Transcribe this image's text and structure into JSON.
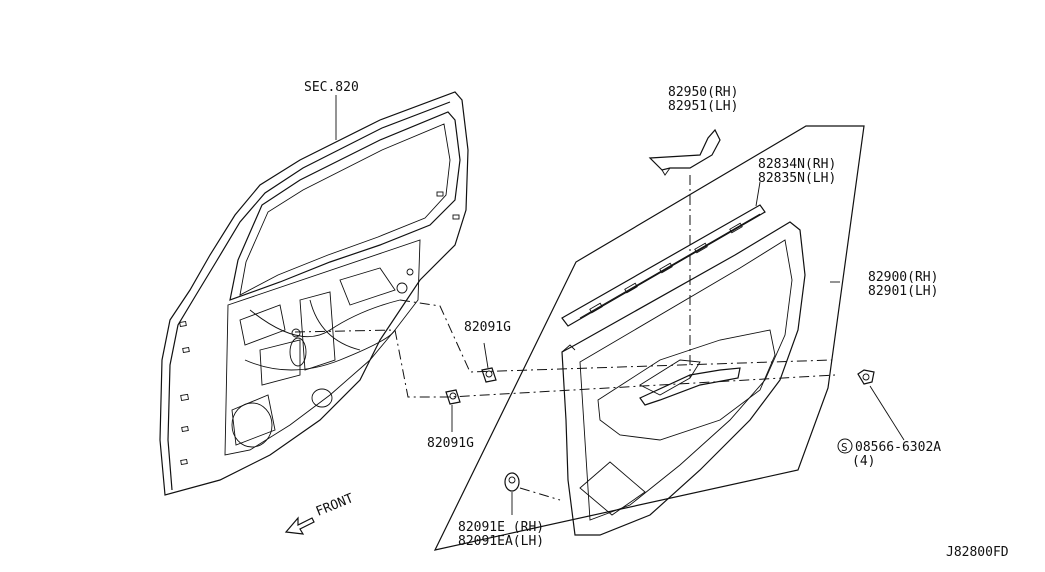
{
  "labels": {
    "sec": "SEC.820",
    "p82950": "82950(RH)",
    "p82951": "82951(LH)",
    "p82834": "82834N(RH)",
    "p82835": "82835N(LH)",
    "p82900": "82900(RH)",
    "p82901": "82901(LH)",
    "p82091g_a": "82091G",
    "p82091g_b": "82091G",
    "p08566": "08566-6302A",
    "p08566_qty": "(4)",
    "p82091e": "82091E (RH)",
    "p82091ea": "82091EA(LH)",
    "front": "FRONT",
    "screw_symbol": "S",
    "diagram_code": "J82800FD"
  },
  "icons": {
    "front_arrow": "front-direction-arrow-icon",
    "screw_symbol": "screw-symbol-icon"
  }
}
